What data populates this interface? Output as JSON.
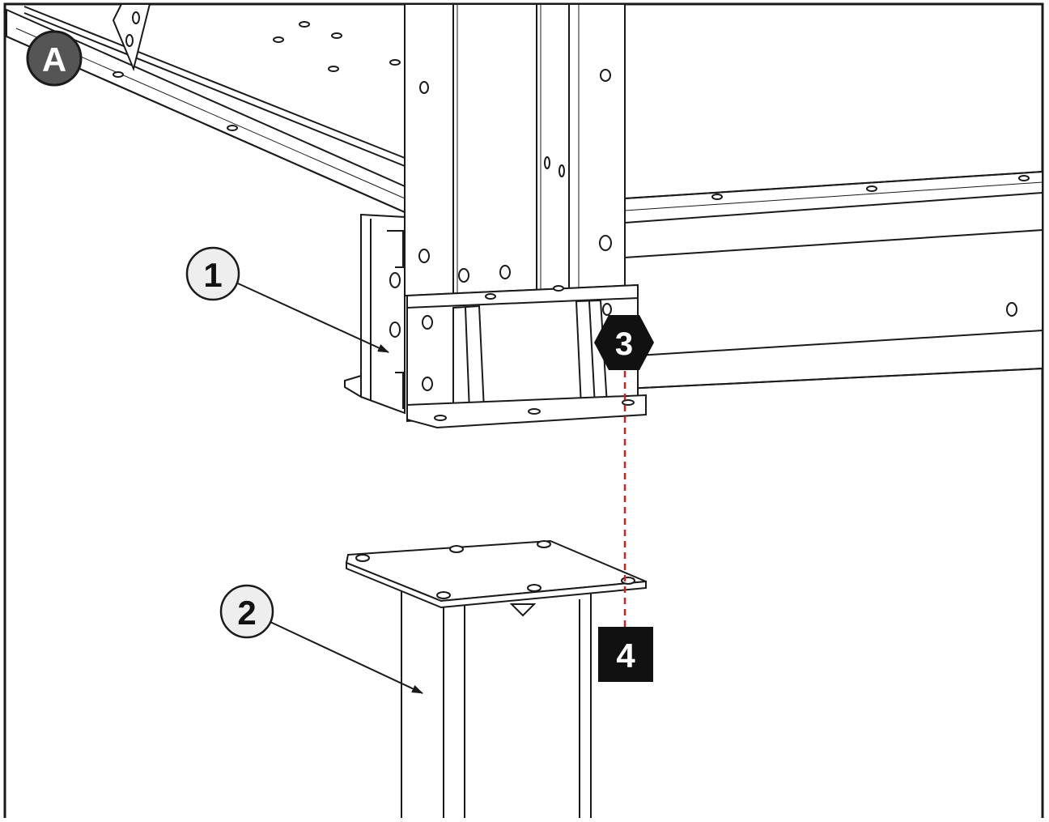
{
  "panel": {
    "label": "A"
  },
  "callouts": {
    "part1": "1",
    "part2": "2",
    "bolt": "3",
    "nut": "4"
  },
  "colors": {
    "line": "#1a1a1a",
    "badge_fill": "#555555",
    "callout_fill": "#eeeeee",
    "hardware_fill": "#111111",
    "guide_line": "#cc2222"
  }
}
